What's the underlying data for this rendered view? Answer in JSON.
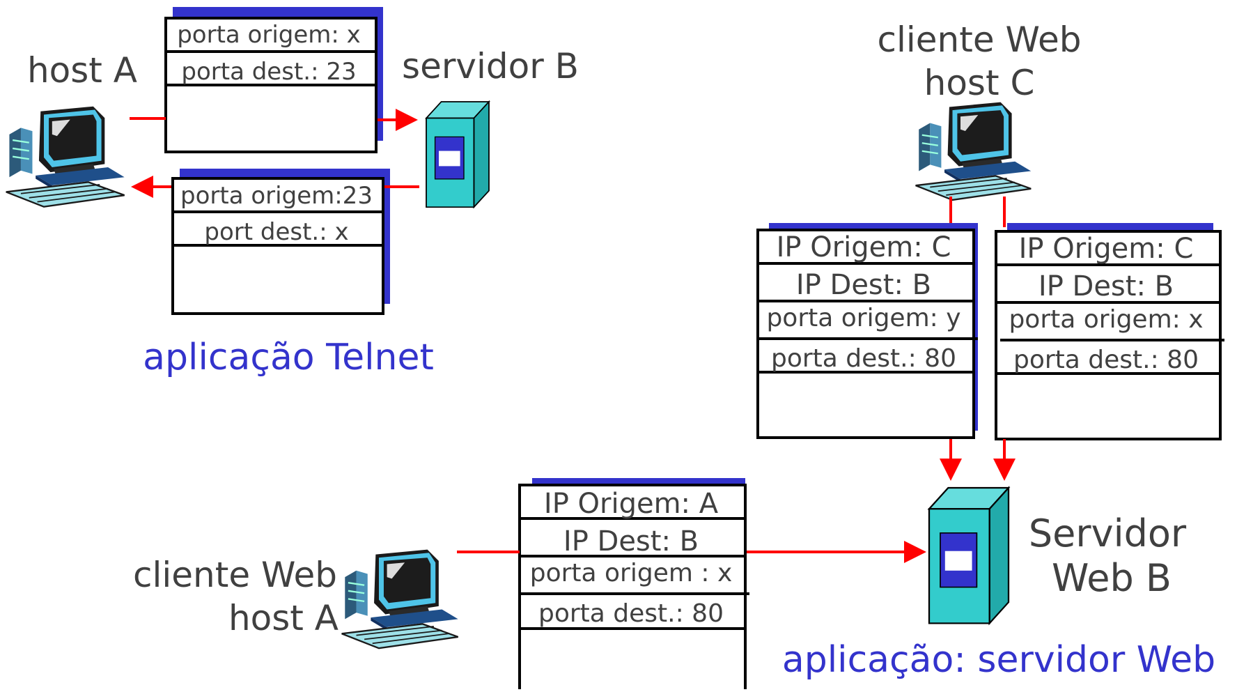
{
  "telnet": {
    "host_label": "host A",
    "server_label": "servidor B",
    "caption": "aplicação Telnet",
    "segment_out": {
      "src": "porta origem: x",
      "dst": "porta dest.: 23"
    },
    "segment_back": {
      "src": "porta origem:23",
      "dst": "port dest.: x"
    }
  },
  "web": {
    "client_c_label_1": "cliente Web",
    "client_c_label_2": "host C",
    "client_a_label_1": "cliente Web",
    "client_a_label_2": "host A",
    "server_label_1": "Servidor",
    "server_label_2": "Web B",
    "caption": "aplicação: servidor Web",
    "segment_c_y": {
      "ip_src": "IP Origem: C",
      "ip_dst": "IP Dest: B",
      "src": "porta origem: y",
      "dst": "porta dest.: 80"
    },
    "segment_c_x": {
      "ip_src": "IP Origem: C",
      "ip_dst": "IP Dest: B",
      "src": "porta origem: x",
      "dst": "porta dest.: 80"
    },
    "segment_a": {
      "ip_src": "IP Origem: A",
      "ip_dst": "IP Dest: B",
      "src": "porta origem : x",
      "dst": "porta dest.: 80"
    }
  },
  "colors": {
    "arrow": "#ff0000",
    "shadow": "#3333cc",
    "caption": "#3333cc",
    "label": "#404040",
    "server": "#33cccc"
  },
  "icons": [
    "computer-icon",
    "server-icon"
  ]
}
